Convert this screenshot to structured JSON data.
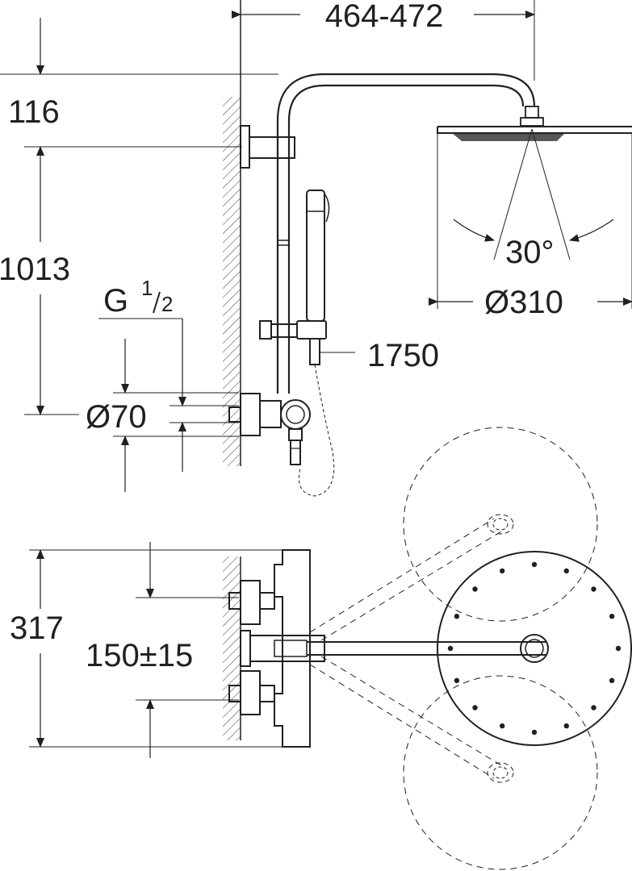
{
  "dimensions": {
    "arm_projection": "464-472",
    "top_offset": "116",
    "height_to_valve": "1013",
    "thread_G": "G",
    "thread_num": "1",
    "thread_den": "2",
    "flange_diameter": "Ø70",
    "spray_angle": "30°",
    "head_diameter": "Ø310",
    "rail_length": "1750",
    "plan_width": "317",
    "inlet_centers": "150±15"
  },
  "colors": {
    "line": "#231f20",
    "background": "#ffffff"
  }
}
